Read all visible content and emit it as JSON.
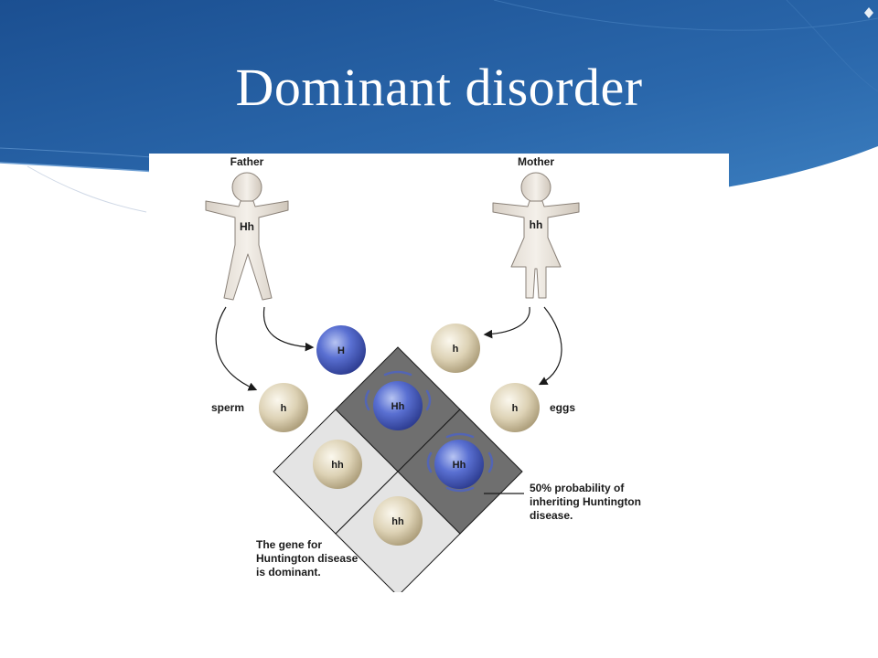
{
  "slide": {
    "title": "Dominant disorder"
  },
  "diagram": {
    "father": {
      "label": "Father",
      "genotype": "Hh"
    },
    "mother": {
      "label": "Mother",
      "genotype": "hh"
    },
    "sperm_label": "sperm",
    "eggs_label": "eggs",
    "sperm_alleles": [
      "H",
      "h"
    ],
    "egg_alleles": [
      "h",
      "h"
    ],
    "offspring": [
      "Hh",
      "hh",
      "Hh",
      "hh"
    ],
    "probability_note": [
      "50% probability of",
      "inheriting Huntington",
      "disease."
    ],
    "dominant_note": [
      "The gene for",
      "Huntington disease",
      "is dominant."
    ]
  },
  "colors": {
    "background_blue": "#2a64a6",
    "dominant_allele": "#4d63c6",
    "recessive_allele": "#d9cfb3",
    "affected_cell": "#6f6f6f",
    "unaffected_cell": "#e4e4e4"
  }
}
